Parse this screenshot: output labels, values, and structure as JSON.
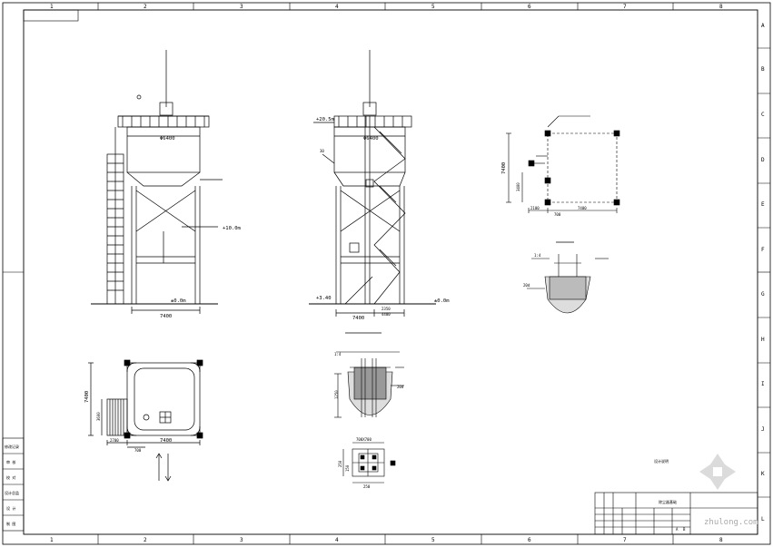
{
  "frame": {
    "columns": [
      "1",
      "2",
      "3",
      "4",
      "5",
      "6",
      "7",
      "8"
    ],
    "rows": [
      "A",
      "B",
      "C",
      "D",
      "E",
      "F",
      "G",
      "H",
      "I",
      "J",
      "K",
      "L"
    ]
  },
  "elevation_front": {
    "dims": {
      "width": "7400"
    },
    "labels": {
      "top_dia": "Φ6400",
      "mid_level": "+10.0m",
      "ground_level": "±0.0m"
    }
  },
  "elevation_side": {
    "dims": {
      "width": "7400",
      "sub_a": "2350",
      "sub_b": "4400"
    },
    "labels": {
      "top_level": "+20.5m",
      "top_dia": "Φ6400",
      "item_no": "30",
      "left_level": "+3.40",
      "ground_level": "±0.0m"
    }
  },
  "plan_view": {
    "dims": {
      "height": "7400",
      "width": "7400",
      "lower_h": "3600",
      "left_w": "2700",
      "mid_w": "700"
    }
  },
  "column_layout": {
    "dims": {
      "height": "7400",
      "inner_h": "3400",
      "left_w": "2100",
      "mid_w": "700",
      "right_w": "7400"
    }
  },
  "foundation_detail": {
    "dims": {
      "depth": "1250",
      "plate_outer": "700X700",
      "plate_h1": "250",
      "plate_h2": "150",
      "plate_w": "250"
    }
  },
  "detail_marks": [
    "1:4",
    "1:4",
    "20d",
    "20d"
  ],
  "drawing_note": "设计说明",
  "title_block": {
    "drawing_title": "除尘器基础",
    "rows": [
      "A",
      "B"
    ]
  },
  "revision_block": {
    "labels": [
      "修改记录",
      "审 核",
      "校 对",
      "设计总监",
      "设 计",
      "制 图"
    ]
  },
  "watermark": {
    "text": "zhulong.com"
  },
  "colors": {
    "line": "#000000",
    "paper": "#ffffff",
    "hatch": "#444444"
  }
}
